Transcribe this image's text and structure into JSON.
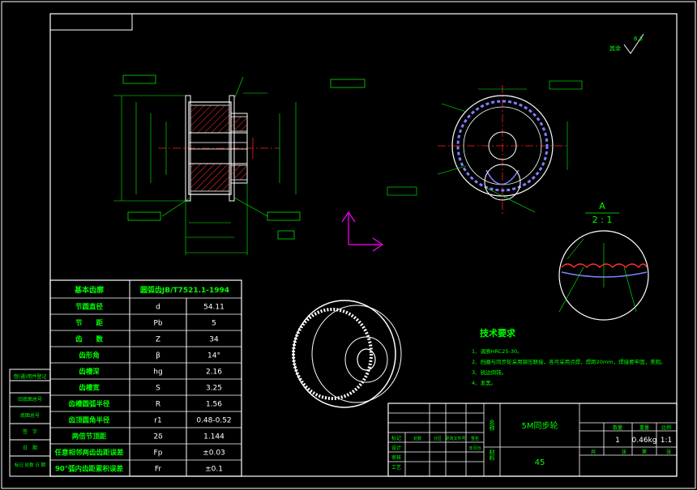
{
  "view_a": {
    "letter": "A",
    "scale": "2 : 1"
  },
  "tech": {
    "title": "技术要求",
    "items": [
      "1、调质HRC25-30。",
      "2、挡圈与同步轮采用铆压联接，各可采用点焊，焊距20mm，焊接要牢固，美观。",
      "3、锐边倒钝。",
      "4、发黑。"
    ]
  },
  "params": {
    "header": {
      "name": "基本齿廓",
      "value": "圆弧齿JB/T7521.1-1994"
    },
    "rows": [
      {
        "name": "节圆直径",
        "sym": "d",
        "val": "54.11"
      },
      {
        "name": "节　　距",
        "sym": "Pb",
        "val": "5"
      },
      {
        "name": "齿　　数",
        "sym": "Z",
        "val": "34"
      },
      {
        "name": "齿形角",
        "sym": "β",
        "val": "14°"
      },
      {
        "name": "齿槽深",
        "sym": "hg",
        "val": "2.16"
      },
      {
        "name": "齿槽宽",
        "sym": "S",
        "val": "3.25"
      },
      {
        "name": "齿槽圆弧半径",
        "sym": "R",
        "val": "1.56"
      },
      {
        "name": "齿顶圆角半径",
        "sym": "r1",
        "val": "0.48-0.52"
      },
      {
        "name": "两倍节顶距",
        "sym": "2δ",
        "val": "1.144"
      },
      {
        "name": "任意相邻两齿齿距误差",
        "sym": "Fp",
        "val": "±0.03"
      },
      {
        "name": "90°弧内齿距累积误差",
        "sym": "Fr",
        "val": "±0.1"
      }
    ]
  },
  "title_block": {
    "name_label": "名称",
    "part_name": "5M同步轮",
    "material_label": "材料",
    "material": "45",
    "qty_label": "数量",
    "qty": "1",
    "weight_label": "重量",
    "weight": "0.46kg",
    "scale_label": "比例",
    "scale": "1:1",
    "sheet_label_a": "共",
    "sheet_label_b": "张",
    "sheet_label_c": "第",
    "sheet_label_d": "张",
    "row_labels": [
      "标记",
      "设计",
      "审核",
      "工艺"
    ],
    "header_cells": [
      "处数",
      "分区",
      "更改文件号",
      "签名",
      "年月日"
    ]
  },
  "left_strip": [
    "借(通)用件登记",
    "旧底图总号",
    "底图总号",
    "签　字",
    "日　期",
    "标记 处数 日 期"
  ],
  "roughness": {
    "value": "6.3",
    "note": "其余"
  },
  "colors": {
    "bg": "#000000",
    "line": "#ffffff",
    "text": "#00ff00",
    "dim": "#00ff00",
    "hatch": "#ff3030",
    "tooth": "#8080ff",
    "center": "#ff2020",
    "axis": "#ff00ff"
  }
}
